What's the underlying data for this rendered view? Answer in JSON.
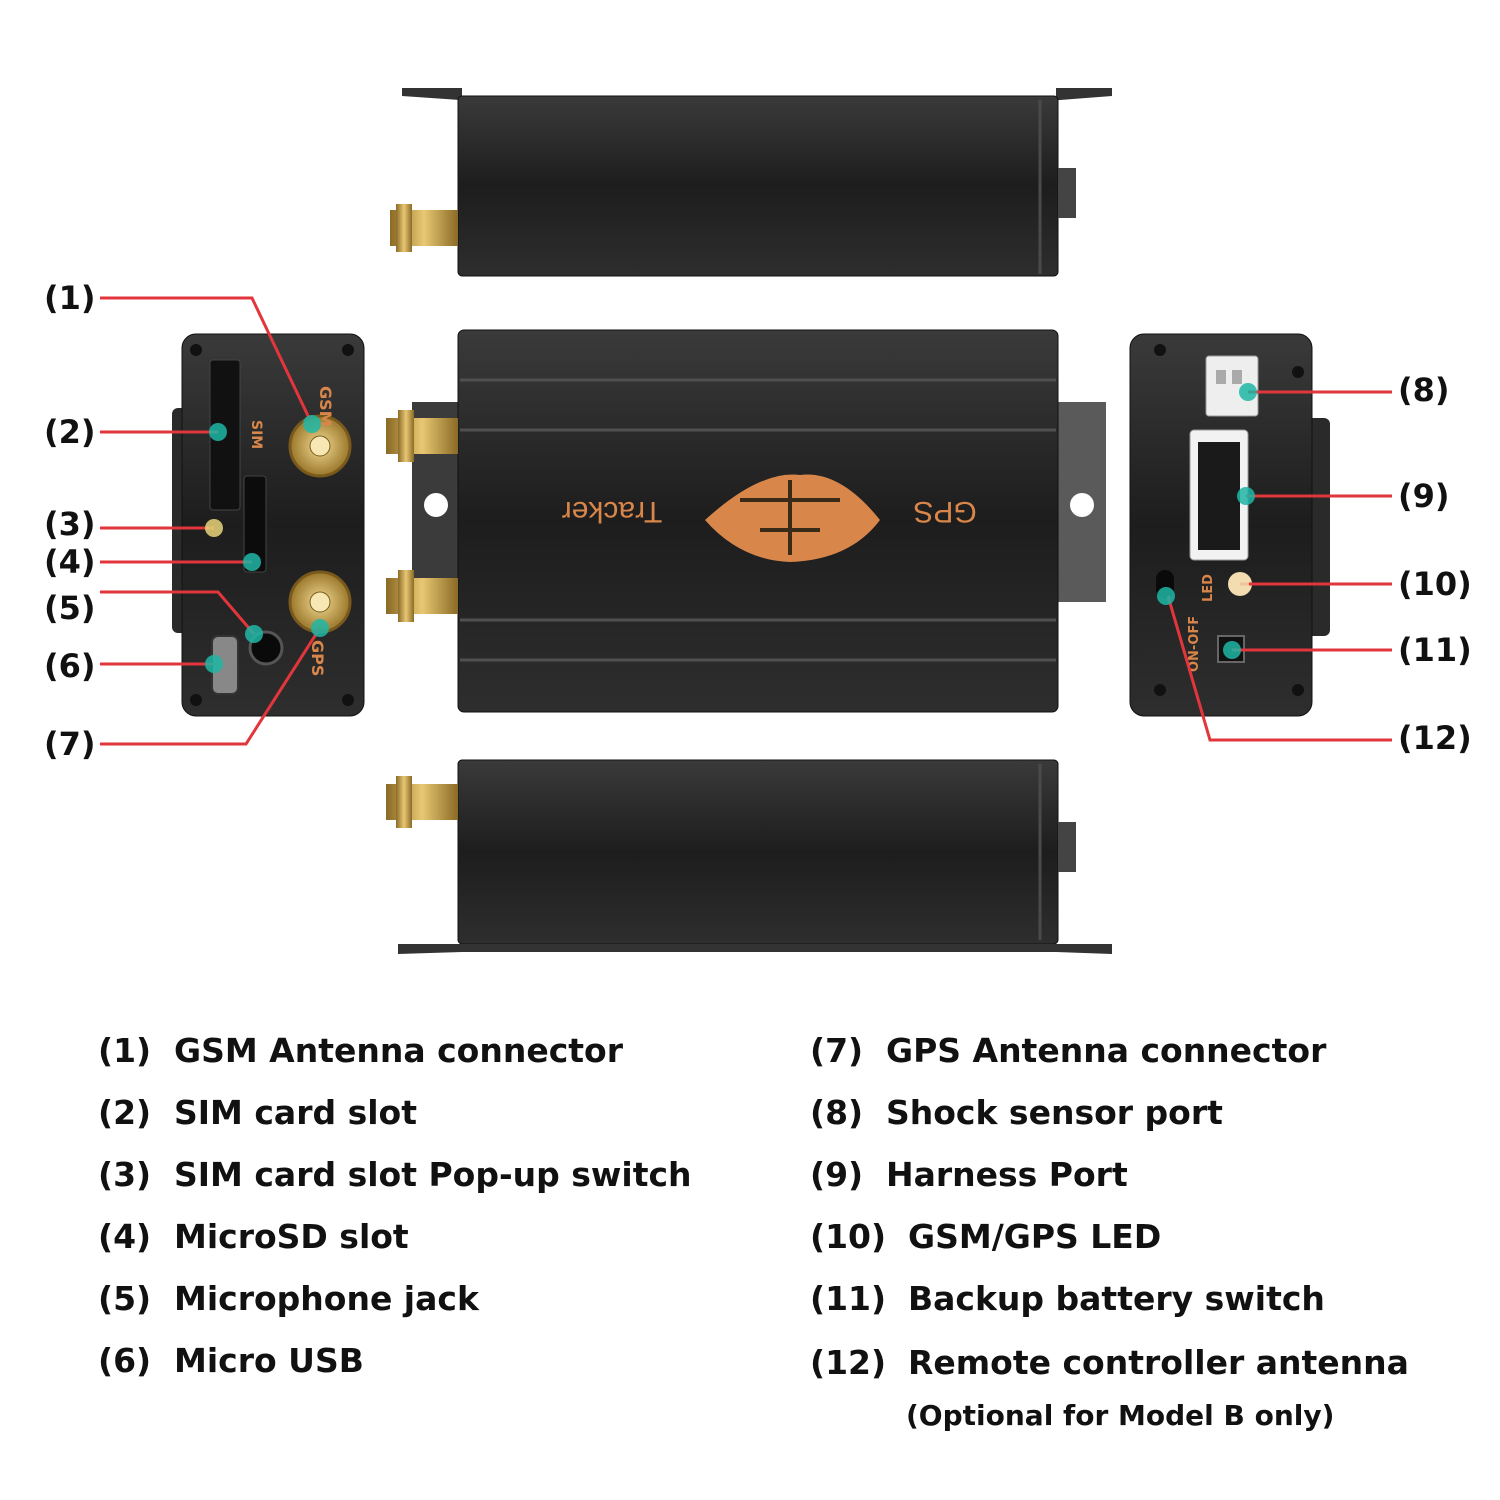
{
  "device": {
    "front_text_brand": "GPS",
    "front_text_sub": "Tracker",
    "left_panel_labels": {
      "gsm": "GSM",
      "sim": "SIM",
      "gps": "GPS"
    },
    "right_panel_labels": {
      "on_off": "ON-OFF",
      "led": "LED"
    }
  },
  "callouts": {
    "left": [
      "(1)",
      "(2)",
      "(3)",
      "(4)",
      "(5)",
      "(6)",
      "(7)"
    ],
    "right": [
      "(8)",
      "(9)",
      "(10)",
      "(11)",
      "(12)"
    ]
  },
  "legend": {
    "left": [
      {
        "num": "(1)",
        "text": "GSM Antenna connector"
      },
      {
        "num": "(2)",
        "text": "SIM card slot"
      },
      {
        "num": "(3)",
        "text": "SIM card slot Pop-up switch"
      },
      {
        "num": "(4)",
        "text": "MicroSD slot"
      },
      {
        "num": "(5)",
        "text": "Microphone jack"
      },
      {
        "num": "(6)",
        "text": "Micro USB"
      }
    ],
    "right": [
      {
        "num": "(7)",
        "text": "GPS Antenna connector"
      },
      {
        "num": "(8)",
        "text": "Shock sensor port"
      },
      {
        "num": "(9)",
        "text": "Harness Port"
      },
      {
        "num": "(10)",
        "text": "GSM/GPS LED"
      },
      {
        "num": "(11)",
        "text": "Backup battery switch"
      },
      {
        "num": "(12)",
        "text": "Remote controller antenna"
      }
    ],
    "note": "(Optional for Model B only)"
  },
  "colors": {
    "leader": "#e2363c",
    "marker": "#1fb7a6",
    "body": "#2a2a2a",
    "brass": "#c9a24a",
    "brand": "#d9864a"
  }
}
